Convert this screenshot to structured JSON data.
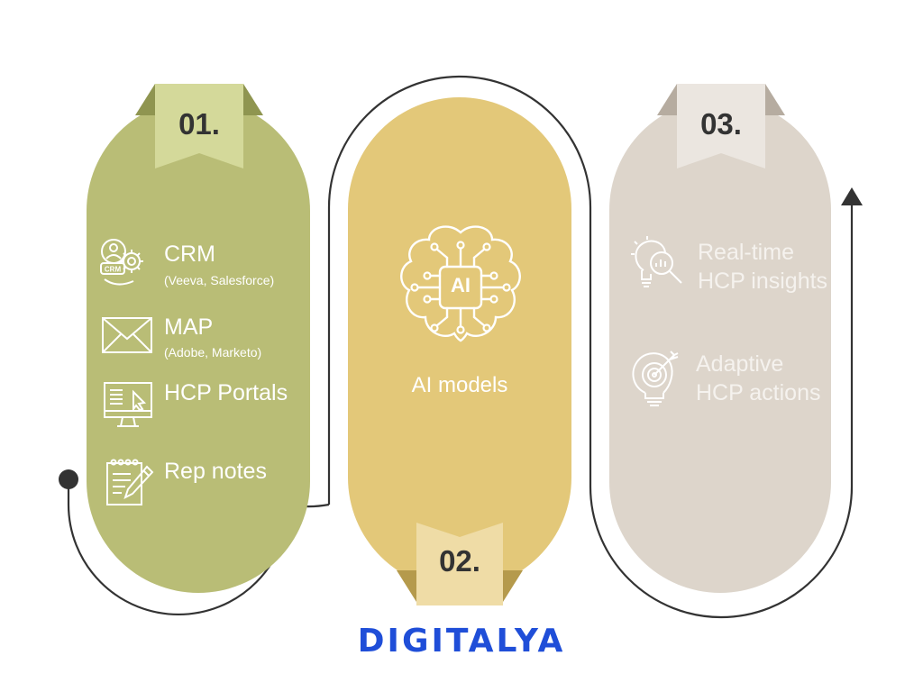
{
  "steps": [
    {
      "number": "01.",
      "items": [
        {
          "title": "CRM",
          "subtitle": "(Veeva, Salesforce)",
          "icon": "crm-gear-icon"
        },
        {
          "title": "MAP",
          "subtitle": "(Adobe, Marketo)",
          "icon": "envelope-icon"
        },
        {
          "title": "HCP Portals",
          "subtitle": "",
          "icon": "monitor-cursor-icon"
        },
        {
          "title": "Rep notes",
          "subtitle": "",
          "icon": "notepad-pen-icon"
        }
      ]
    },
    {
      "number": "02.",
      "items": [
        {
          "title": "AI models",
          "icon": "ai-brain-icon",
          "chip_text": "AI"
        }
      ]
    },
    {
      "number": "03.",
      "items": [
        {
          "title_line1": "Real-time",
          "title_line2": "HCP insights",
          "icon": "bulb-magnifier-chart-icon"
        },
        {
          "title_line1": "Adaptive",
          "title_line2": "HCP actions",
          "icon": "bulb-target-icon"
        }
      ]
    }
  ],
  "brand": {
    "name": "DIGITALYA",
    "color": "#1f4ed8"
  },
  "colors": {
    "step1": "#b9bd76",
    "step1_tab": "#d4d99a",
    "step2": "#e3c879",
    "step2_tab": "#efdca6",
    "step3": "#ddd5cb",
    "step3_tab": "#ebe6e0",
    "connector": "#333333"
  }
}
